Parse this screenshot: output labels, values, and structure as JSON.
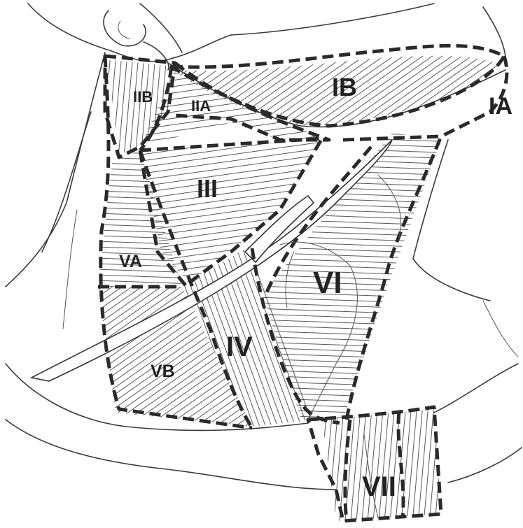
{
  "diagram": {
    "levels": [
      {
        "id": "ia",
        "label": "IA"
      },
      {
        "id": "ib",
        "label": "IB"
      },
      {
        "id": "iia",
        "label": "IIA"
      },
      {
        "id": "iib",
        "label": "IIB"
      },
      {
        "id": "iii",
        "label": "III"
      },
      {
        "id": "iv",
        "label": "IV"
      },
      {
        "id": "va",
        "label": "VA"
      },
      {
        "id": "vb",
        "label": "VB"
      },
      {
        "id": "vi",
        "label": "VI"
      },
      {
        "id": "vii",
        "label": "VII"
      }
    ]
  }
}
